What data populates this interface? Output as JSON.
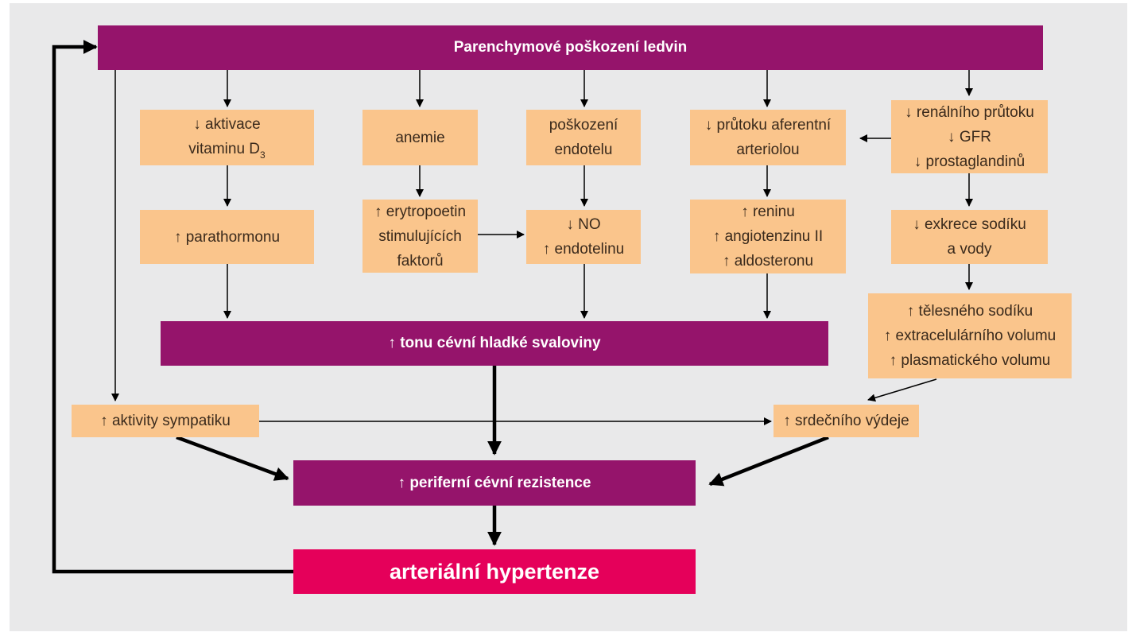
{
  "nodes": {
    "parenchyma": "Parenchymové poškození ledvin",
    "vitamin_d": {
      "line1": "↓ aktivace",
      "line2": "vitaminu D",
      "sub": "3"
    },
    "anemia": "anemie",
    "endothelium_damage": [
      "poškození",
      "endotelu"
    ],
    "afferent_flow": [
      "↓ průtoku aferentní",
      "arteriolou"
    ],
    "renal_flow": [
      "↓ renálního průtoku",
      "↓ GFR",
      "↓ prostaglandinů"
    ],
    "parathormone": "↑ parathormonu",
    "erythropoietin": [
      "↑ erytropoetin",
      "stimulujících",
      "faktorů"
    ],
    "no_endothelin": [
      "↓ NO",
      "↑ endotelinu"
    ],
    "renin": [
      "↑ reninu",
      "↑ angiotenzinu II",
      "↑ aldosteronu"
    ],
    "sodium_excretion": [
      "↓ exkrece sodíku",
      "a vody"
    ],
    "body_sodium": [
      "↑ tělesného sodíku",
      "↑ extracelulárního volumu",
      "↑ plasmatického volumu"
    ],
    "smooth_muscle_tone": "↑ tonu cévní hladké svaloviny",
    "sympathetic_activity": "↑ aktivity sympatiku",
    "cardiac_output": "↑ srdečního výdeje",
    "peripheral_resistance": "↑ periferní cévní rezistence",
    "hypertension": "arteriální hypertenze"
  },
  "colors": {
    "panel_background": "#e9e9ea",
    "box_orange": "#fac58c",
    "box_purple": "#95146b",
    "box_red": "#e5005a",
    "arrow": "#000000"
  }
}
